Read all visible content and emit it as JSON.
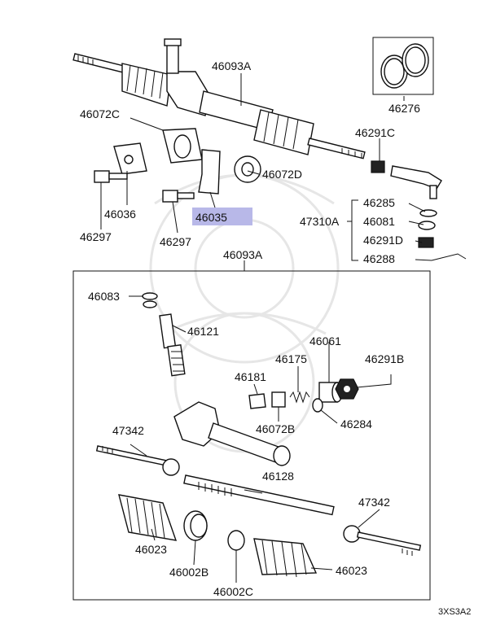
{
  "diagram": {
    "labels": {
      "p46093A_top": "46093A",
      "p46276": "46276",
      "p46072C": "46072C",
      "p46291C": "46291C",
      "p46072D": "46072D",
      "p46036": "46036",
      "p46297_left": "46297",
      "p46035": "46035",
      "p46297_mid": "46297",
      "p46285": "46285",
      "p47310A": "47310A",
      "p46081": "46081",
      "p46291D": "46291D",
      "p46288": "46288",
      "p46093A_box": "46093A",
      "p46083": "46083",
      "p46121": "46121",
      "p46061": "46061",
      "p46175": "46175",
      "p46291B": "46291B",
      "p46181": "46181",
      "p46284": "46284",
      "p46072B": "46072B",
      "p47342_left": "47342",
      "p46128": "46128",
      "p47342_right": "47342",
      "p46023_left": "46023",
      "p46002B": "46002B",
      "p46023_right": "46023",
      "p46002C": "46002C",
      "ref_code": "3XS3A2"
    },
    "highlight_color": "#b8b8e8"
  }
}
